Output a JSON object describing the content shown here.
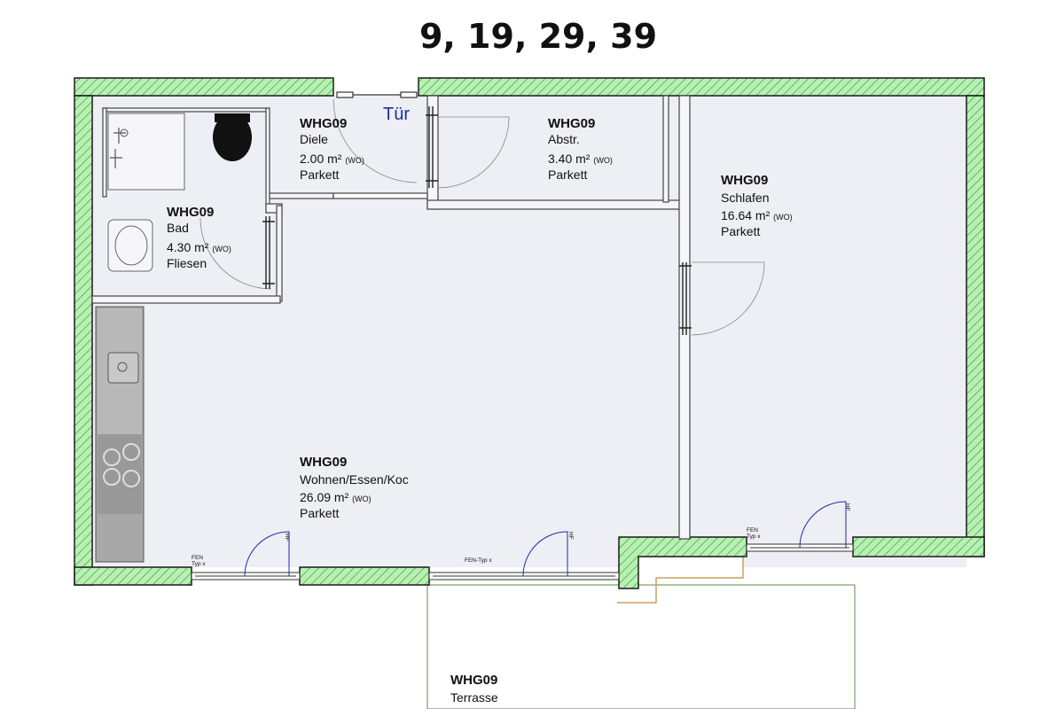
{
  "header": {
    "title": "9, 19, 29, 39"
  },
  "door_label": "Tür",
  "colors": {
    "wall_fill": "#b8f0b4",
    "wall_hatch": "#3fa03a",
    "wall_outline": "#1a1a1a",
    "floor": "#eeeef5",
    "door_label": "#1a2fa8"
  },
  "rooms": [
    {
      "name": "WHG09",
      "type": "Diele",
      "area": "2.00 m²",
      "tag": "(WO)",
      "floor": "Parkett"
    },
    {
      "name": "WHG09",
      "type": "Abstr.",
      "area": "3.40 m²",
      "tag": "(WO)",
      "floor": "Parkett"
    },
    {
      "name": "WHG09",
      "type": "Schlafen",
      "area": "16.64 m²",
      "tag": "(WO)",
      "floor": "Parkett"
    },
    {
      "name": "WHG09",
      "type": "Bad",
      "area": "4.30 m²",
      "tag": "(WO)",
      "floor": "Fliesen"
    },
    {
      "name": "WHG09",
      "type": "Wohnen/Essen/Koc",
      "area": "26.09 m²",
      "tag": "(WO)",
      "floor": "Parkett"
    },
    {
      "name": "WHG09",
      "type": "Terrasse"
    }
  ],
  "windows": [
    {
      "label_top": "FEN",
      "label_bottom": "Typ x",
      "tag": "HF"
    },
    {
      "label_top": "FEN-Typ x",
      "tag": "HF"
    },
    {
      "label_top": "FEN",
      "label_bottom": "Typ x",
      "tag": "HF"
    }
  ]
}
